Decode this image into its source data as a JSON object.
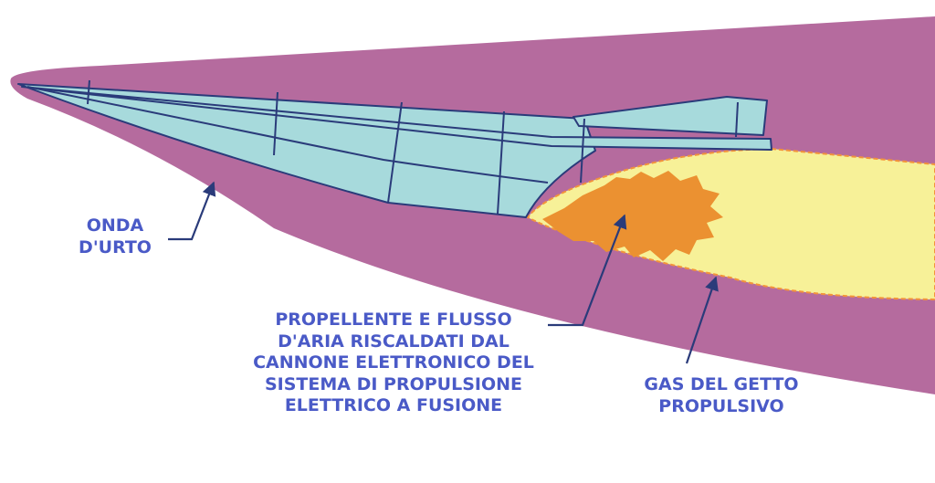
{
  "labels": {
    "shock_wave": [
      "ONDA",
      "D'URTO"
    ],
    "propellant": [
      "PROPELLENTE E FLUSSO",
      "D'ARIA RISCALDATI DAL",
      "CANNONE ELETTRONICO DEL",
      "SISTEMA DI PROPULSIONE",
      "ELETTRICO A FUSIONE"
    ],
    "jet_gas": [
      "GAS DEL GETTO",
      "PROPULSIVO"
    ]
  },
  "colors": {
    "shock_region": "#b56b9e",
    "aircraft_body": "#a7dadc",
    "aircraft_outline": "#2a3b7a",
    "jet_plume": "#f7f198",
    "plume_border": "#f3933a",
    "heated_core": "#eb9131",
    "label_text": "#4a5ac7",
    "arrow": "#2a3b7a"
  }
}
